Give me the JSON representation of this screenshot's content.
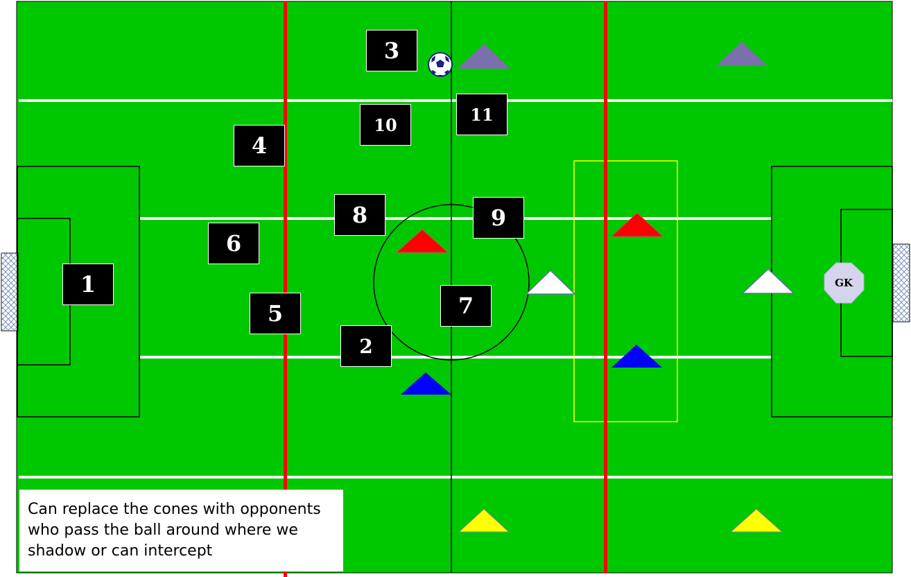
{
  "players": [
    {
      "id": "p1",
      "label": "1"
    },
    {
      "id": "p2",
      "label": "2"
    },
    {
      "id": "p3",
      "label": "3"
    },
    {
      "id": "p4",
      "label": "4"
    },
    {
      "id": "p5",
      "label": "5"
    },
    {
      "id": "p6",
      "label": "6"
    },
    {
      "id": "p7",
      "label": "7"
    },
    {
      "id": "p8",
      "label": "8"
    },
    {
      "id": "p9",
      "label": "9"
    },
    {
      "id": "p10",
      "label": "10"
    },
    {
      "id": "p11",
      "label": "11"
    }
  ],
  "goalkeeper": {
    "label": "GK",
    "color": "#d4d4ec"
  },
  "note": {
    "line1": "Can replace the cones with opponents",
    "line2": "who pass the ball around where we",
    "line3": "shadow or can intercept"
  },
  "colors": {
    "pitch": "#00c800",
    "pitch_lines": "#ffffff",
    "red_line": "#ff0000",
    "zone_outline": "#ffff00",
    "cone_purple": "#7b6fae",
    "cone_red": "#ff0000",
    "cone_white": "#ffffff",
    "cone_blue": "#0000ff",
    "cone_yellow": "#ffff00"
  },
  "cones": [
    {
      "color": "purple"
    },
    {
      "color": "purple"
    },
    {
      "color": "red"
    },
    {
      "color": "red"
    },
    {
      "color": "white"
    },
    {
      "color": "white"
    },
    {
      "color": "blue"
    },
    {
      "color": "blue"
    },
    {
      "color": "yellow"
    },
    {
      "color": "yellow"
    }
  ],
  "icons": [
    "soccer-ball-icon",
    "goal-net-icon"
  ]
}
